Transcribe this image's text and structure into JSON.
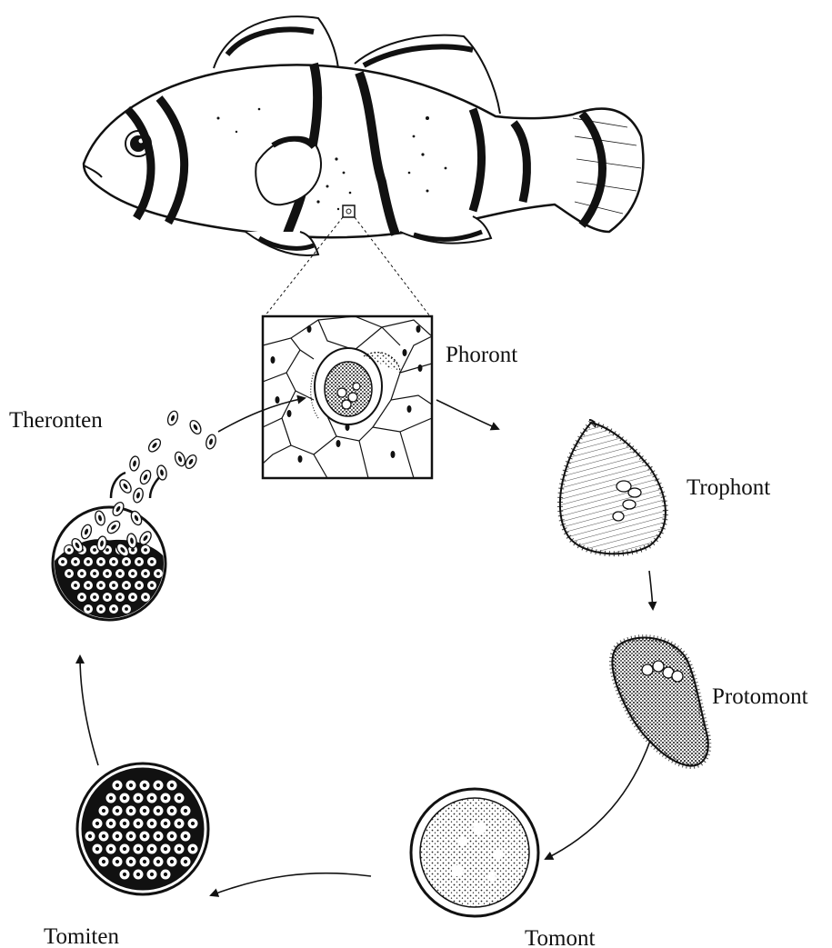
{
  "colors": {
    "ink": "#111111",
    "paper": "#ffffff",
    "stipple": "#222222"
  },
  "stages": {
    "phoront": "Phoront",
    "trophont": "Trophont",
    "protomont": "Protomont",
    "tomont": "Tomont",
    "tomiten": "Tomiten",
    "theronten": "Theronten"
  },
  "icons": [
    "clownfish-host",
    "skin-inset",
    "arrow"
  ]
}
